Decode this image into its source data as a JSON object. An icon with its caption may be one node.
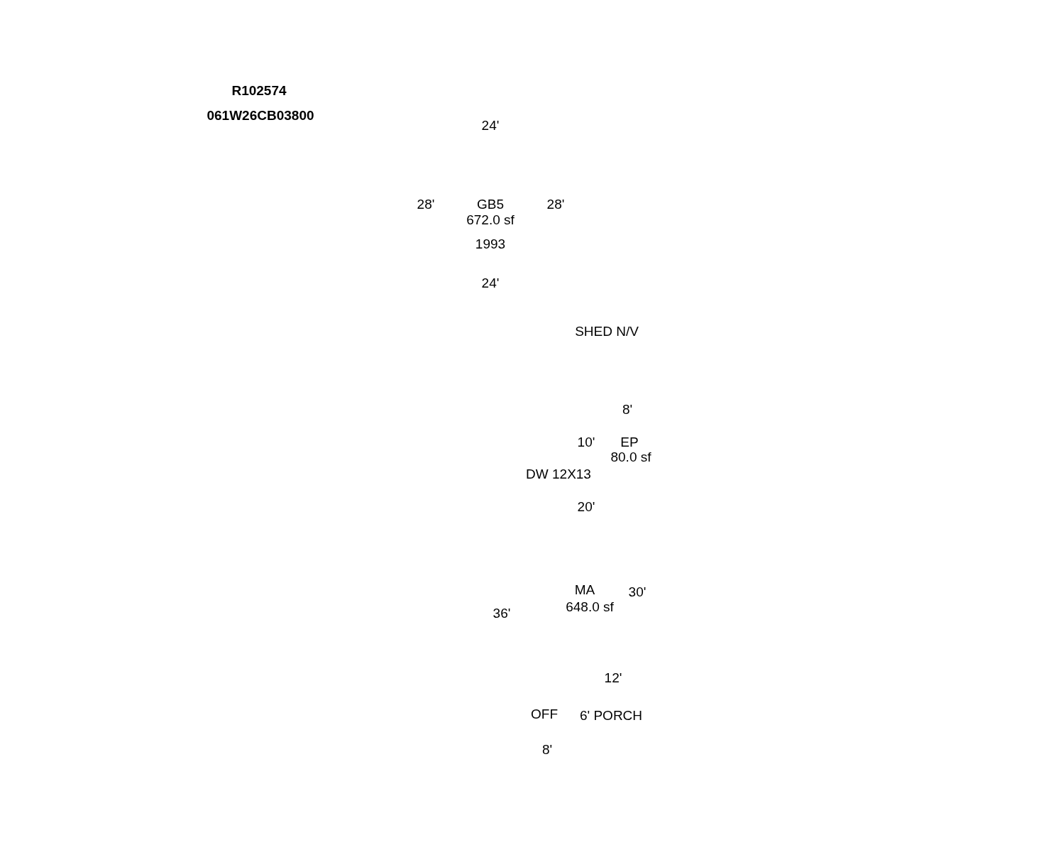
{
  "diagram": {
    "labels": [
      "R102574",
      "061W26CB03800",
      "24'",
      "28'",
      "GB5",
      "28'",
      "672.0 sf",
      "1993",
      "24'",
      "SHED N/V",
      "8'",
      "10'",
      "EP",
      "80.0 sf",
      "DW 12X13",
      "20'",
      "MA",
      "30'",
      "648.0 sf",
      "36'",
      "12'",
      "OFF",
      "6' PORCH",
      "8'"
    ]
  }
}
